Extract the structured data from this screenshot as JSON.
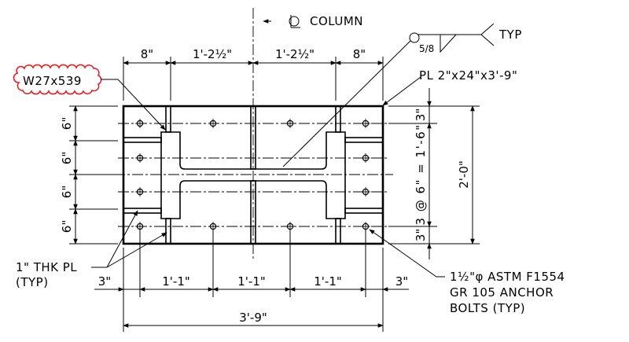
{
  "title": {
    "column_label": "COLUMN",
    "weld_size": "5/8",
    "weld_typ": "TYP"
  },
  "labels": {
    "member": "W27x539",
    "plate": "PL 2\"x24\"x3'-9\"",
    "stiffener_line1": "1\" THK PL",
    "stiffener_line2": "(TYP)",
    "bolts_line1": "1½\"φ  ASTM  F1554",
    "bolts_line2": "GR  105  ANCHOR",
    "bolts_line3": "BOLTS  (TYP)"
  },
  "dimensions": {
    "top": [
      "8\"",
      "1'-2½\"",
      "1'-2½\"",
      "8\""
    ],
    "bottom": [
      "3\"",
      "1'-1\"",
      "1'-1\"",
      "1'-1\"",
      "3\""
    ],
    "overall_width": "3'-9\"",
    "left": [
      "6\"",
      "6\"",
      "6\"",
      "6\""
    ],
    "right_edge_top": "3\"",
    "right_edge_bottom": "3\"",
    "right_spacing": "3 @ 6\" = 1'-6\"",
    "right_overall": "2'-0\""
  },
  "colors": {
    "line": "#000000",
    "revision_cloud": "#e0232b"
  }
}
